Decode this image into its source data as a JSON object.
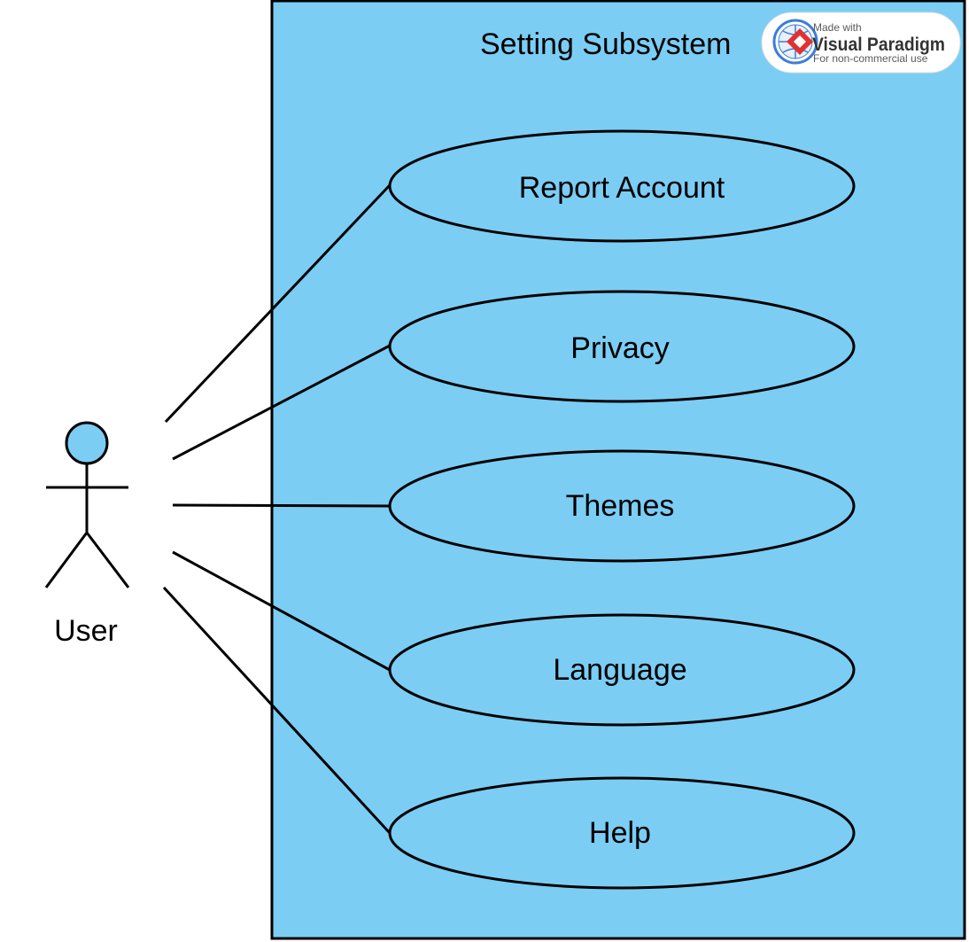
{
  "system": {
    "title": "Setting Subsystem"
  },
  "actor": {
    "name": "User"
  },
  "use_cases": [
    {
      "label": "Report Account"
    },
    {
      "label": "Privacy"
    },
    {
      "label": "Themes"
    },
    {
      "label": "Language"
    },
    {
      "label": "Help"
    }
  ],
  "watermark": {
    "made_with": "Made with",
    "brand": "Visual Paradigm",
    "note": "For non-commercial use"
  },
  "colors": {
    "boundary_fill": "#7bcdf4",
    "actor_head_fill": "#7bcdf4",
    "stroke": "#000000"
  }
}
